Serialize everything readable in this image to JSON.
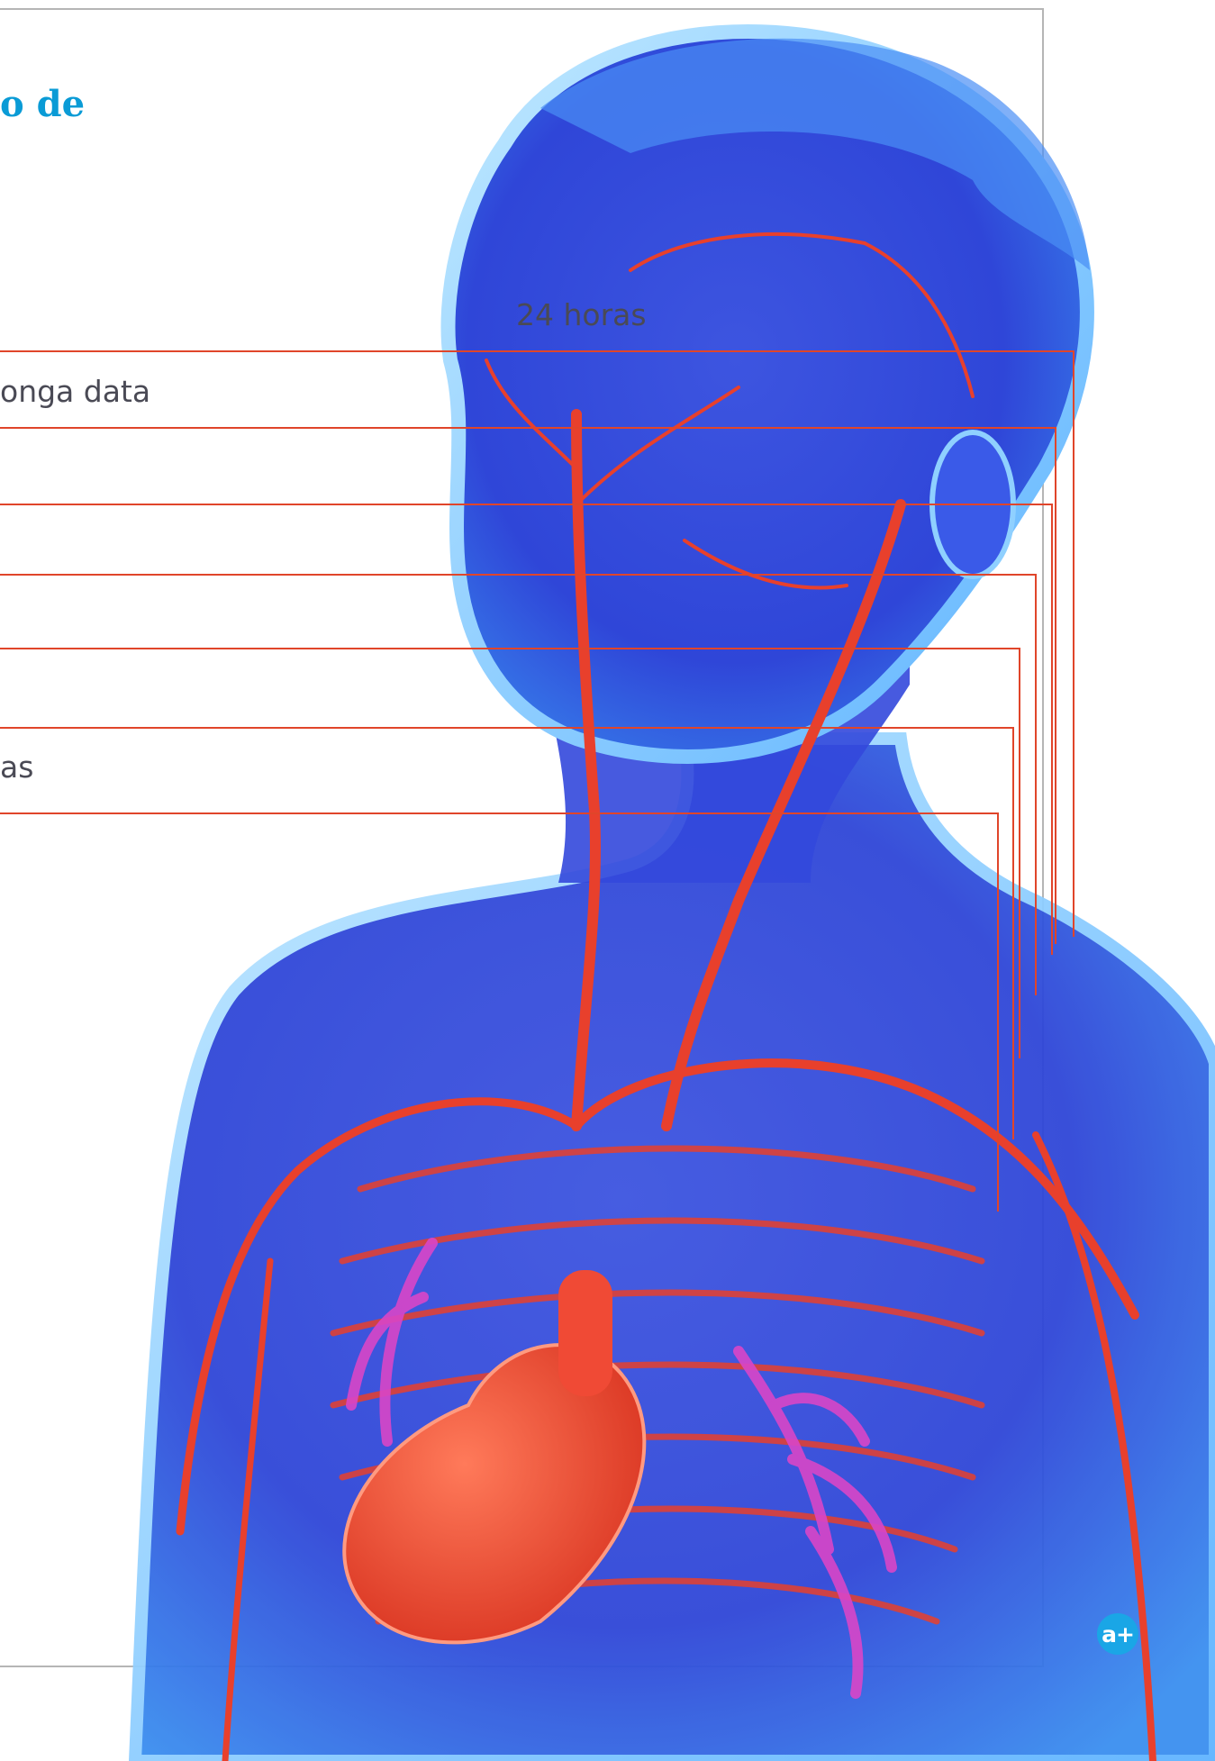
{
  "title": "o de",
  "labels": [
    "24 horas",
    "onga data",
    "",
    "",
    "",
    "",
    "as",
    ""
  ],
  "logo_text": "a+",
  "colors": {
    "title": "#0a9bd6",
    "leader_lines": "#e0452a",
    "frame": "#b5b5b5",
    "body_blue": "#2f4fe8",
    "body_glow": "#8fd0ff",
    "vessels": "#e8402c",
    "lungs": "#d946c8",
    "logo_bg": "#1aa6e6"
  }
}
